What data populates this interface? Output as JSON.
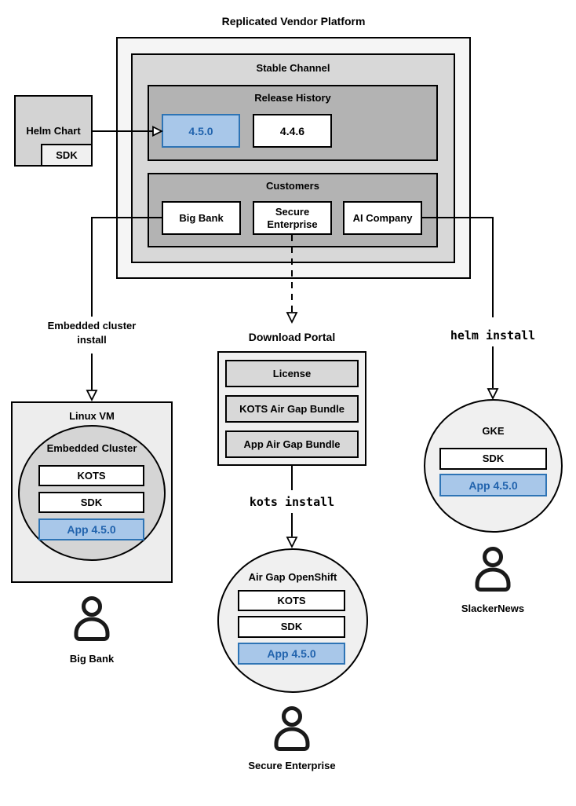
{
  "title": "Replicated Vendor Platform",
  "platform": {
    "stable_channel": {
      "title": "Stable Channel",
      "release_history": {
        "title": "Release History",
        "current": "4.5.0",
        "previous": "4.4.6"
      },
      "customers": {
        "title": "Customers",
        "big_bank": "Big Bank",
        "secure_enterprise": "Secure Enterprise",
        "ai_company": "AI Company"
      }
    }
  },
  "helm_chart": {
    "label": "Helm Chart",
    "sdk": "SDK"
  },
  "flows": {
    "embedded_install": "Embedded cluster install",
    "helm_install": "helm install",
    "kots_install": "kots install"
  },
  "download_portal": {
    "title": "Download Portal",
    "license": "License",
    "kots_bundle": "KOTS Air Gap Bundle",
    "app_bundle": "App Air Gap Bundle"
  },
  "linux_vm": {
    "title": "Linux VM",
    "embedded_cluster": {
      "title": "Embedded Cluster",
      "kots": "KOTS",
      "sdk": "SDK",
      "app": "App 4.5.0"
    }
  },
  "openshift": {
    "title": "Air Gap OpenShift",
    "kots": "KOTS",
    "sdk": "SDK",
    "app": "App 4.5.0"
  },
  "gke": {
    "title": "GKE",
    "sdk": "SDK",
    "app": "App 4.5.0"
  },
  "users": {
    "big_bank": "Big Bank",
    "secure_enterprise": "Secure Enterprise",
    "slackernews": "SlackerNews"
  },
  "colors": {
    "highlight_fill": "#a8c7e9",
    "highlight_border": "#2e74b5",
    "highlight_text": "#2163ad"
  }
}
